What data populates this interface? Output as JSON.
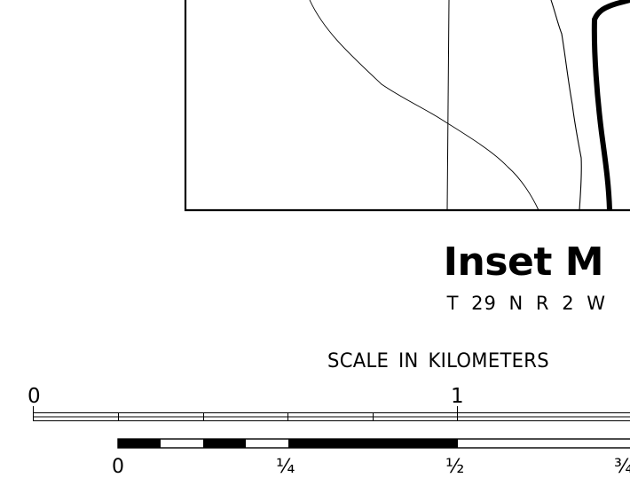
{
  "inset": {
    "title": "Inset M",
    "township_range": "T 29 N R 2 W"
  },
  "scale_bar": {
    "title": "SCALE IN KILOMETERS",
    "km_labels": [
      "0",
      "1"
    ],
    "mile_labels": [
      "0",
      "¼",
      "½",
      "¾"
    ]
  },
  "colors": {
    "ink": "#000000",
    "paper": "#ffffff"
  }
}
